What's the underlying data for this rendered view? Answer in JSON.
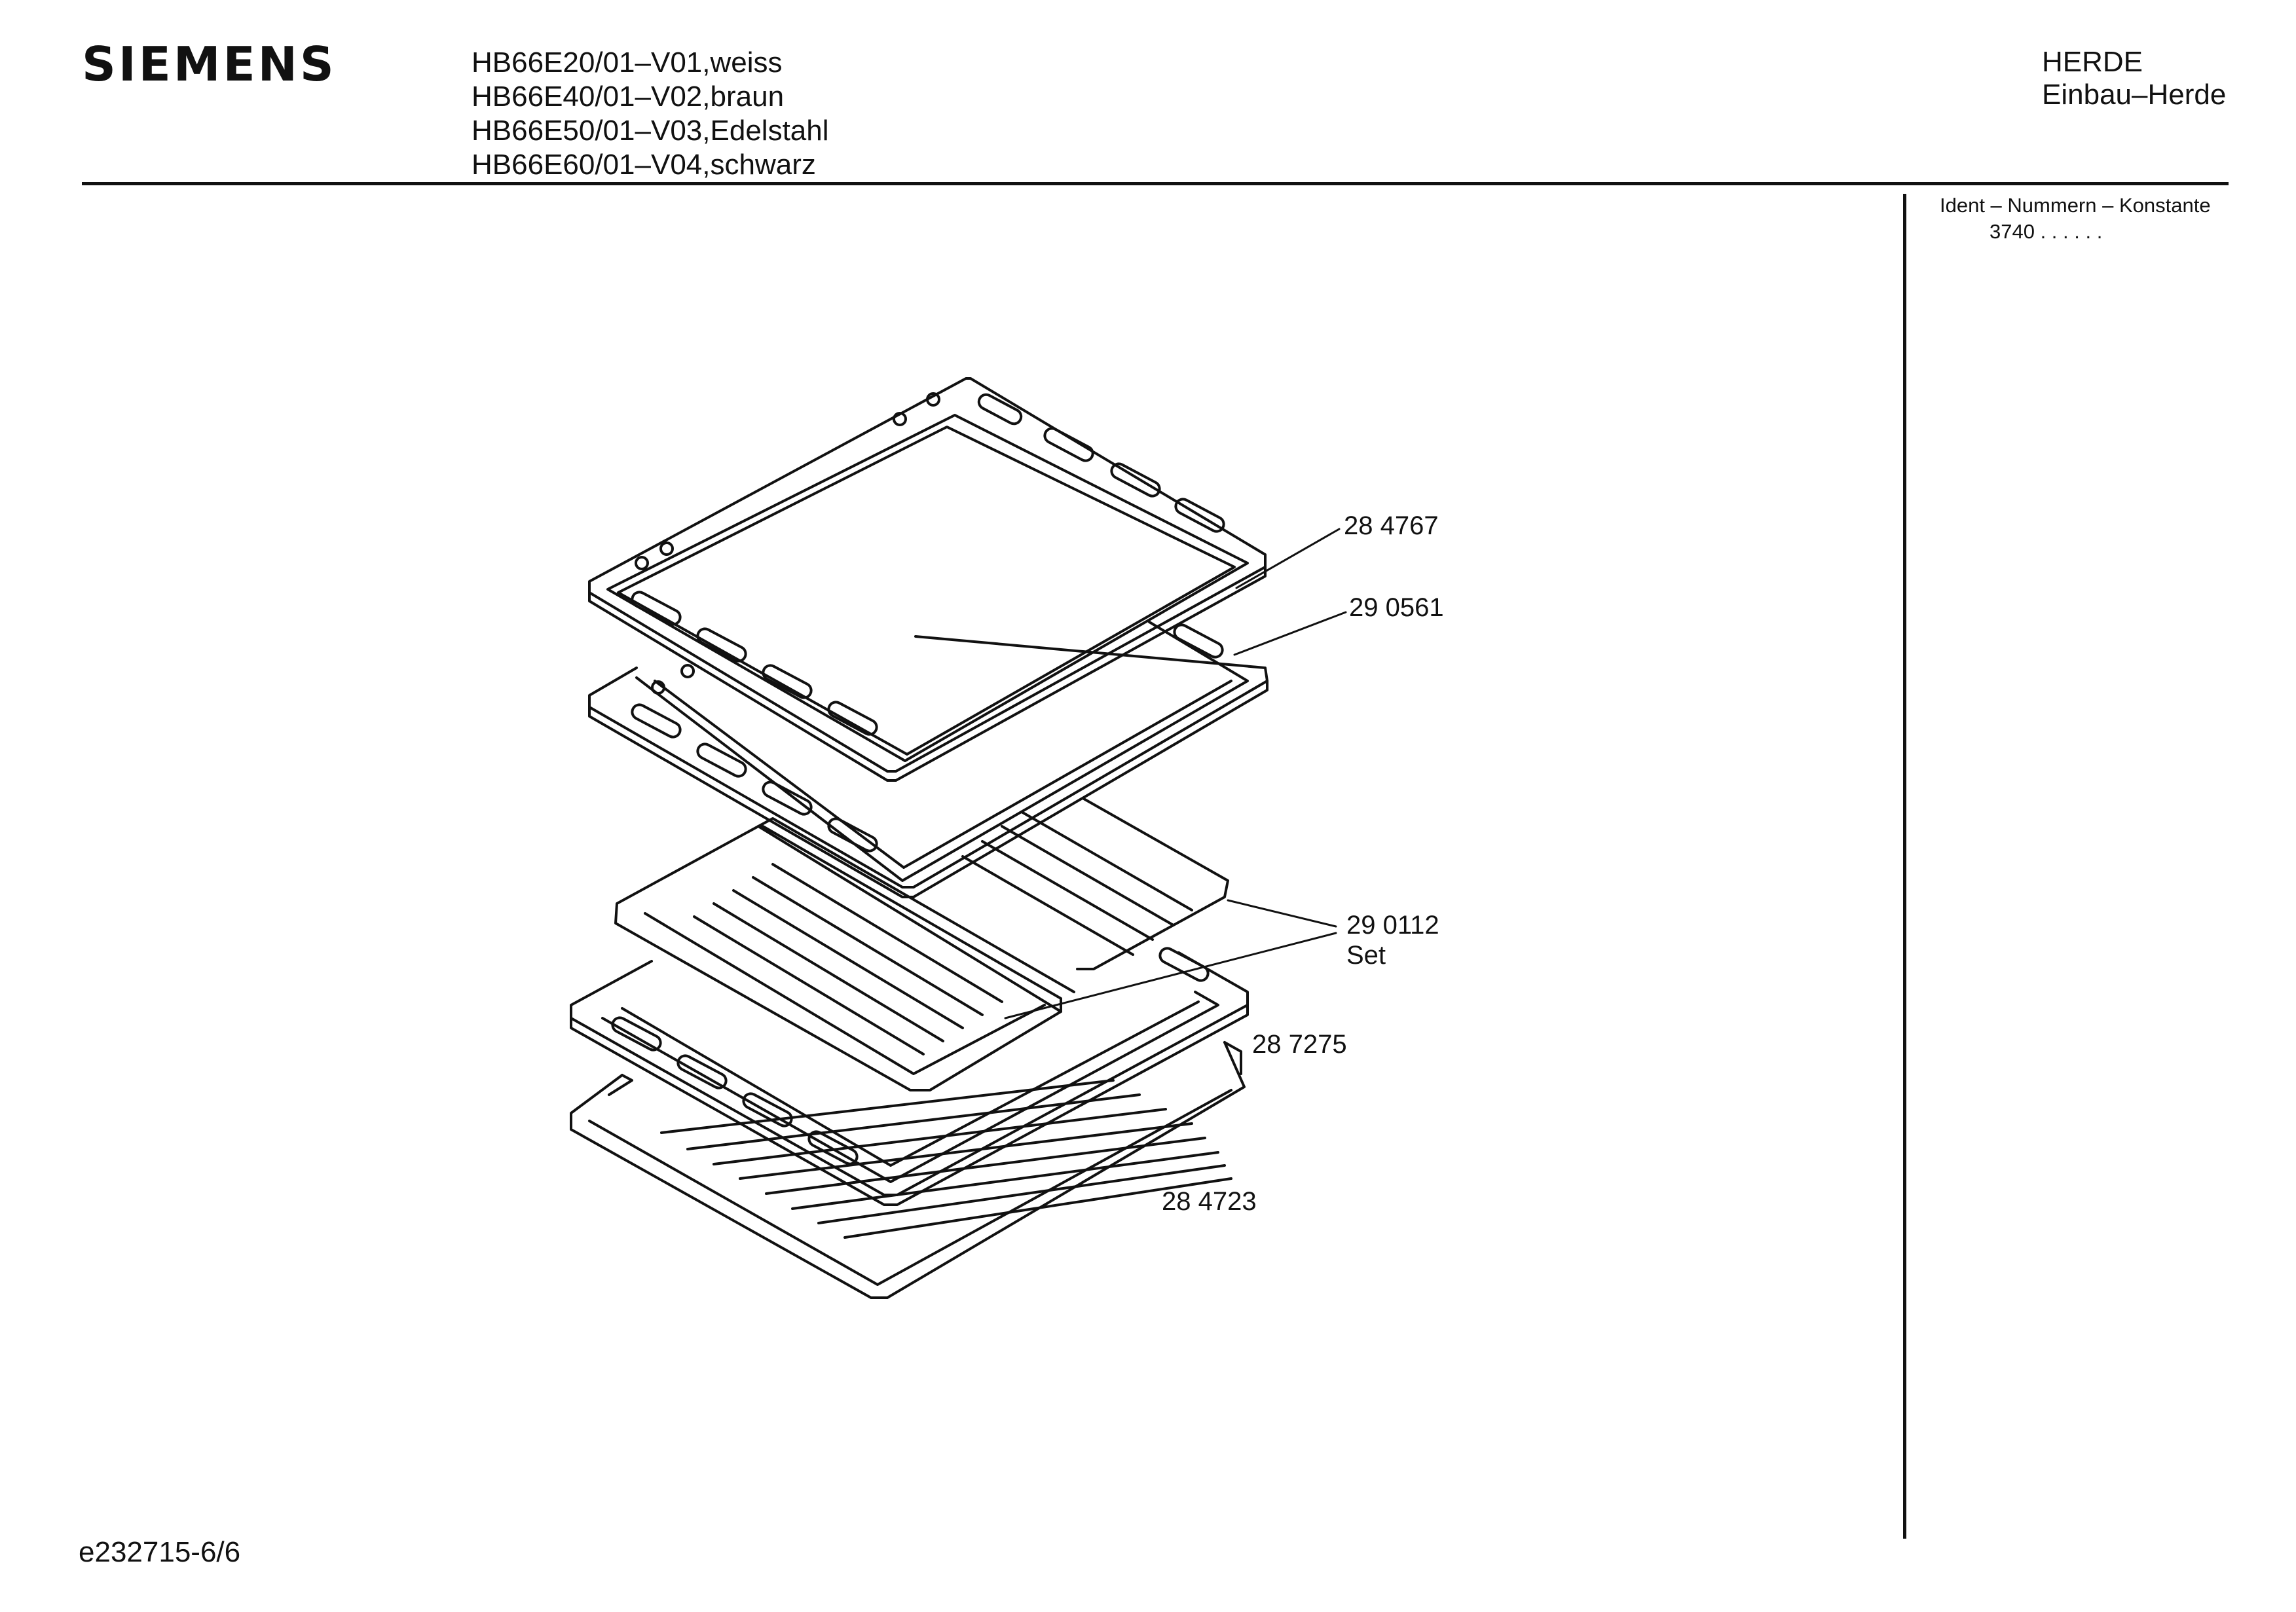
{
  "brand": "SIEMENS",
  "models": [
    "HB66E20/01–V01,weiss",
    "HB66E40/01–V02,braun",
    "HB66E50/01–V03,Edelstahl",
    "HB66E60/01–V04,schwarz"
  ],
  "category": {
    "line1": "HERDE",
    "line2": "Einbau–Herde"
  },
  "ident": {
    "label": "Ident – Nummern – Konstante",
    "value": "3740  .  .     .  .  .  ."
  },
  "parts": [
    {
      "number": "28 4767"
    },
    {
      "number": "29 0561"
    },
    {
      "number": "29 0112",
      "note": "Set"
    },
    {
      "number": "28 7275"
    },
    {
      "number": "28 4723"
    }
  ],
  "footer": {
    "drawing_id": "e232715-6/6"
  },
  "colors": {
    "ink": "#111111",
    "paper": "#ffffff"
  }
}
